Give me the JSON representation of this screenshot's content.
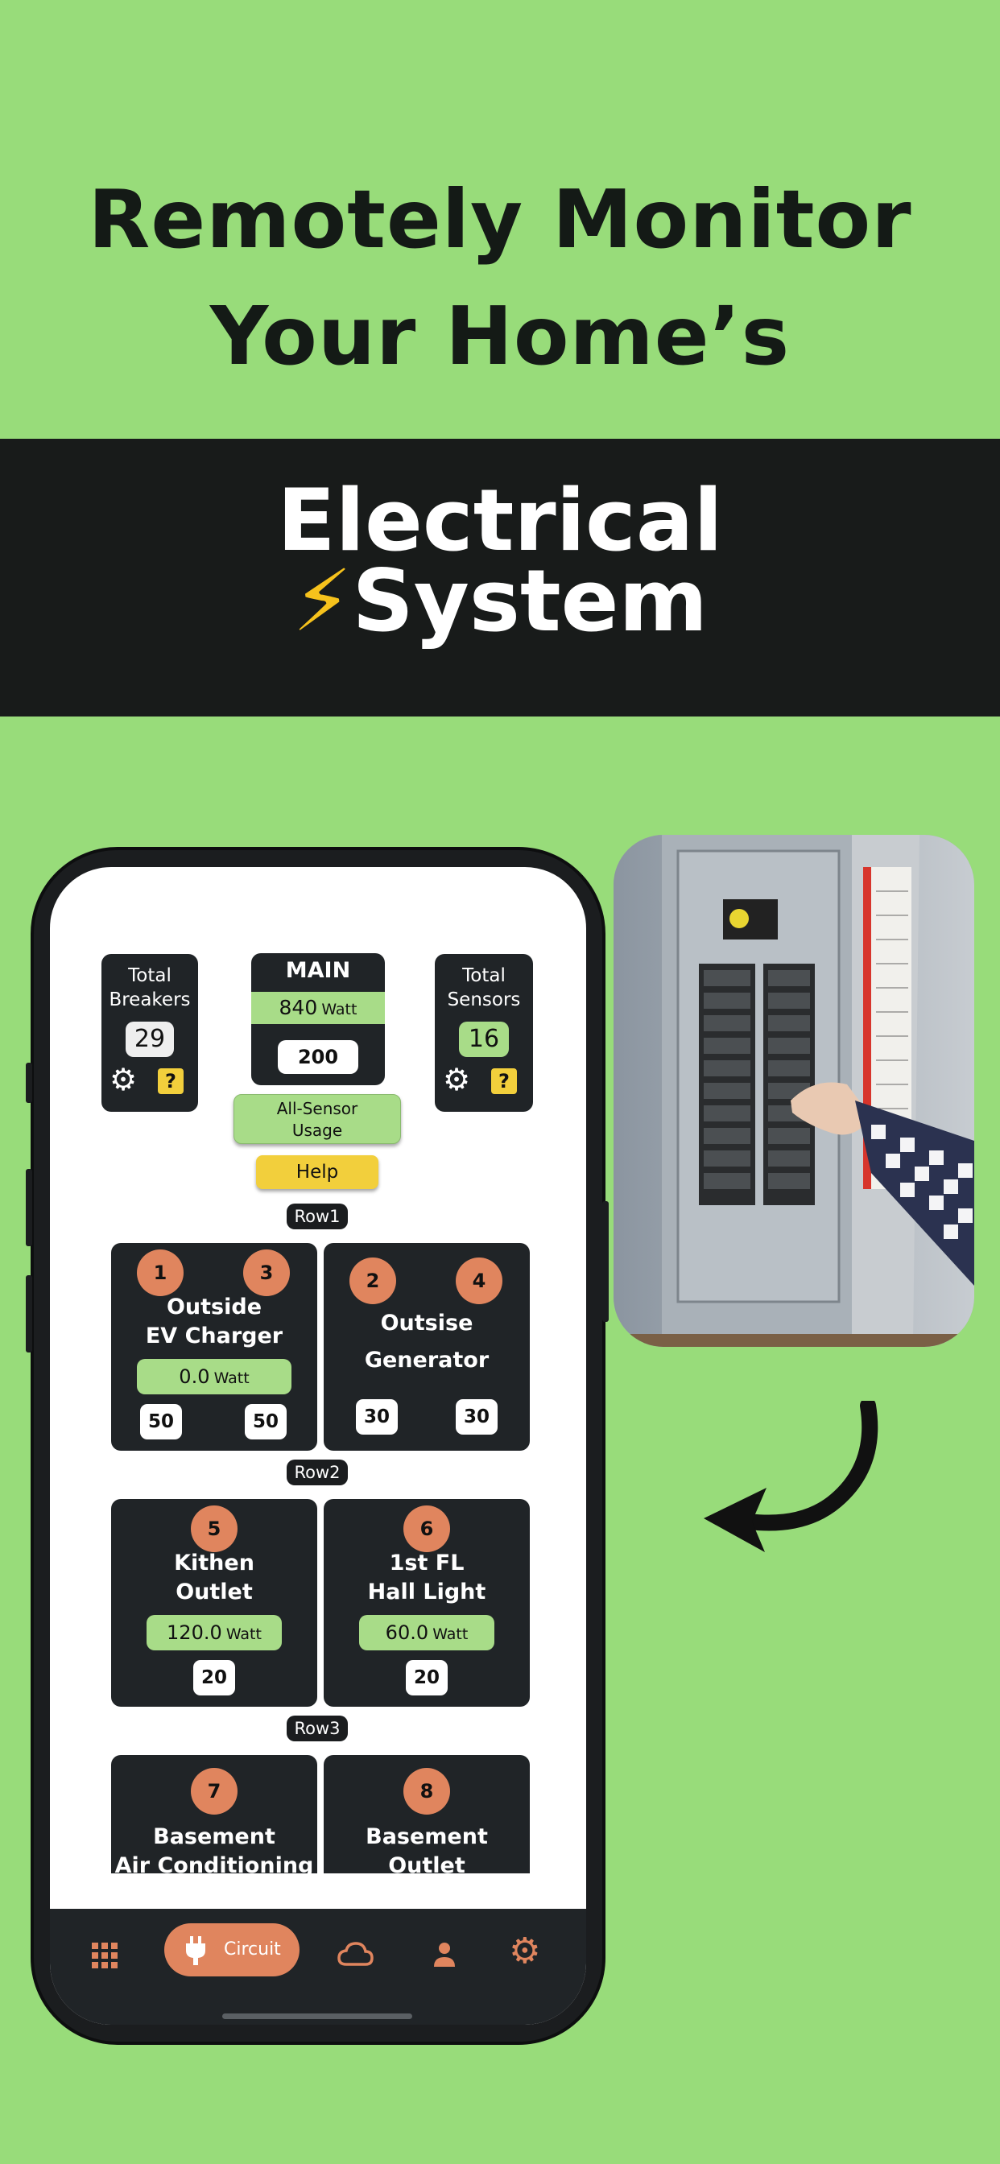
{
  "headline": {
    "line1": "Remotely Monitor",
    "line2": "Your Home’s"
  },
  "band": {
    "line1": "Electrical",
    "bolt": "⚡",
    "line2": "System"
  },
  "app": {
    "total_breakers": {
      "label1": "Total",
      "label2": "Breakers",
      "count": "29"
    },
    "main": {
      "title": "MAIN",
      "watt_value": "840",
      "watt_unit": "Watt",
      "amps": "200"
    },
    "total_sensors": {
      "label1": "Total",
      "label2": "Sensors",
      "count": "16"
    },
    "all_sensor_button": {
      "line1": "All-Sensor",
      "line2": "Usage"
    },
    "help_button": "Help",
    "rows": [
      "Row1",
      "Row2",
      "Row3"
    ],
    "tiles": [
      {
        "n1": "1",
        "n2": "3",
        "title1": "Outside",
        "title2": "EV Charger",
        "watt": "0.0",
        "unit": "Watt",
        "amp1": "50",
        "amp2": "50"
      },
      {
        "n1": "2",
        "n2": "4",
        "title1": "Outsise",
        "title2": "Generator",
        "amp1": "30",
        "amp2": "30"
      },
      {
        "n1": "5",
        "title1": "Kithen",
        "title2": "Outlet",
        "watt": "120.0",
        "unit": "Watt",
        "amp1": "20"
      },
      {
        "n1": "6",
        "title1": "1st FL",
        "title2": "Hall Light",
        "watt": "60.0",
        "unit": "Watt",
        "amp1": "20"
      },
      {
        "n1": "7",
        "title1": "Basement",
        "title2": "Air Conditioning"
      },
      {
        "n1": "8",
        "title1": "Basement",
        "title2": "Outlet"
      }
    ],
    "nav": {
      "circuit_label": "Circuit"
    }
  },
  "colors": {
    "background": "#98dc7a",
    "band": "#181b1a",
    "accent": "#e0855e",
    "tile": "#202427",
    "watt_pill": "#a8dc88",
    "help": "#f2cf3c"
  },
  "icons": [
    "gear-icon",
    "question-icon",
    "grid-icon",
    "plug-icon",
    "cloud-icon",
    "person-icon",
    "settings-icon",
    "curved-arrow-icon"
  ]
}
